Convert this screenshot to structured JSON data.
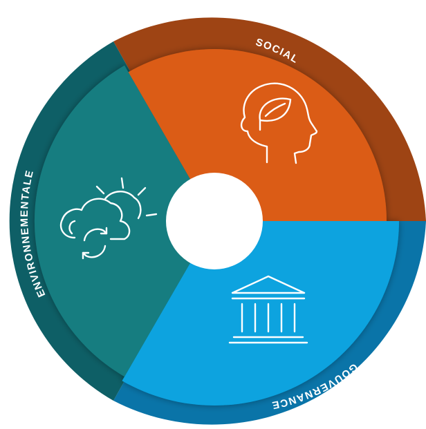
{
  "diagram": {
    "sectors": [
      {
        "id": "social",
        "label": "SOCIAL",
        "icon": "head-leaf-icon",
        "outer_color": "#9E4414",
        "inner_color": "#DB5C15"
      },
      {
        "id": "gouvernance",
        "label": "GOUVERNANCE",
        "icon": "institution-building-icon",
        "outer_color": "#0A74A8",
        "inner_color": "#0AA3DF"
      },
      {
        "id": "environnementale",
        "label": "ENVIRONNEMENTALE",
        "icon": "weather-cycle-icon",
        "outer_color": "#0E5F66",
        "inner_color": "#177D80"
      }
    ],
    "center_color": "#FFFFFF"
  }
}
